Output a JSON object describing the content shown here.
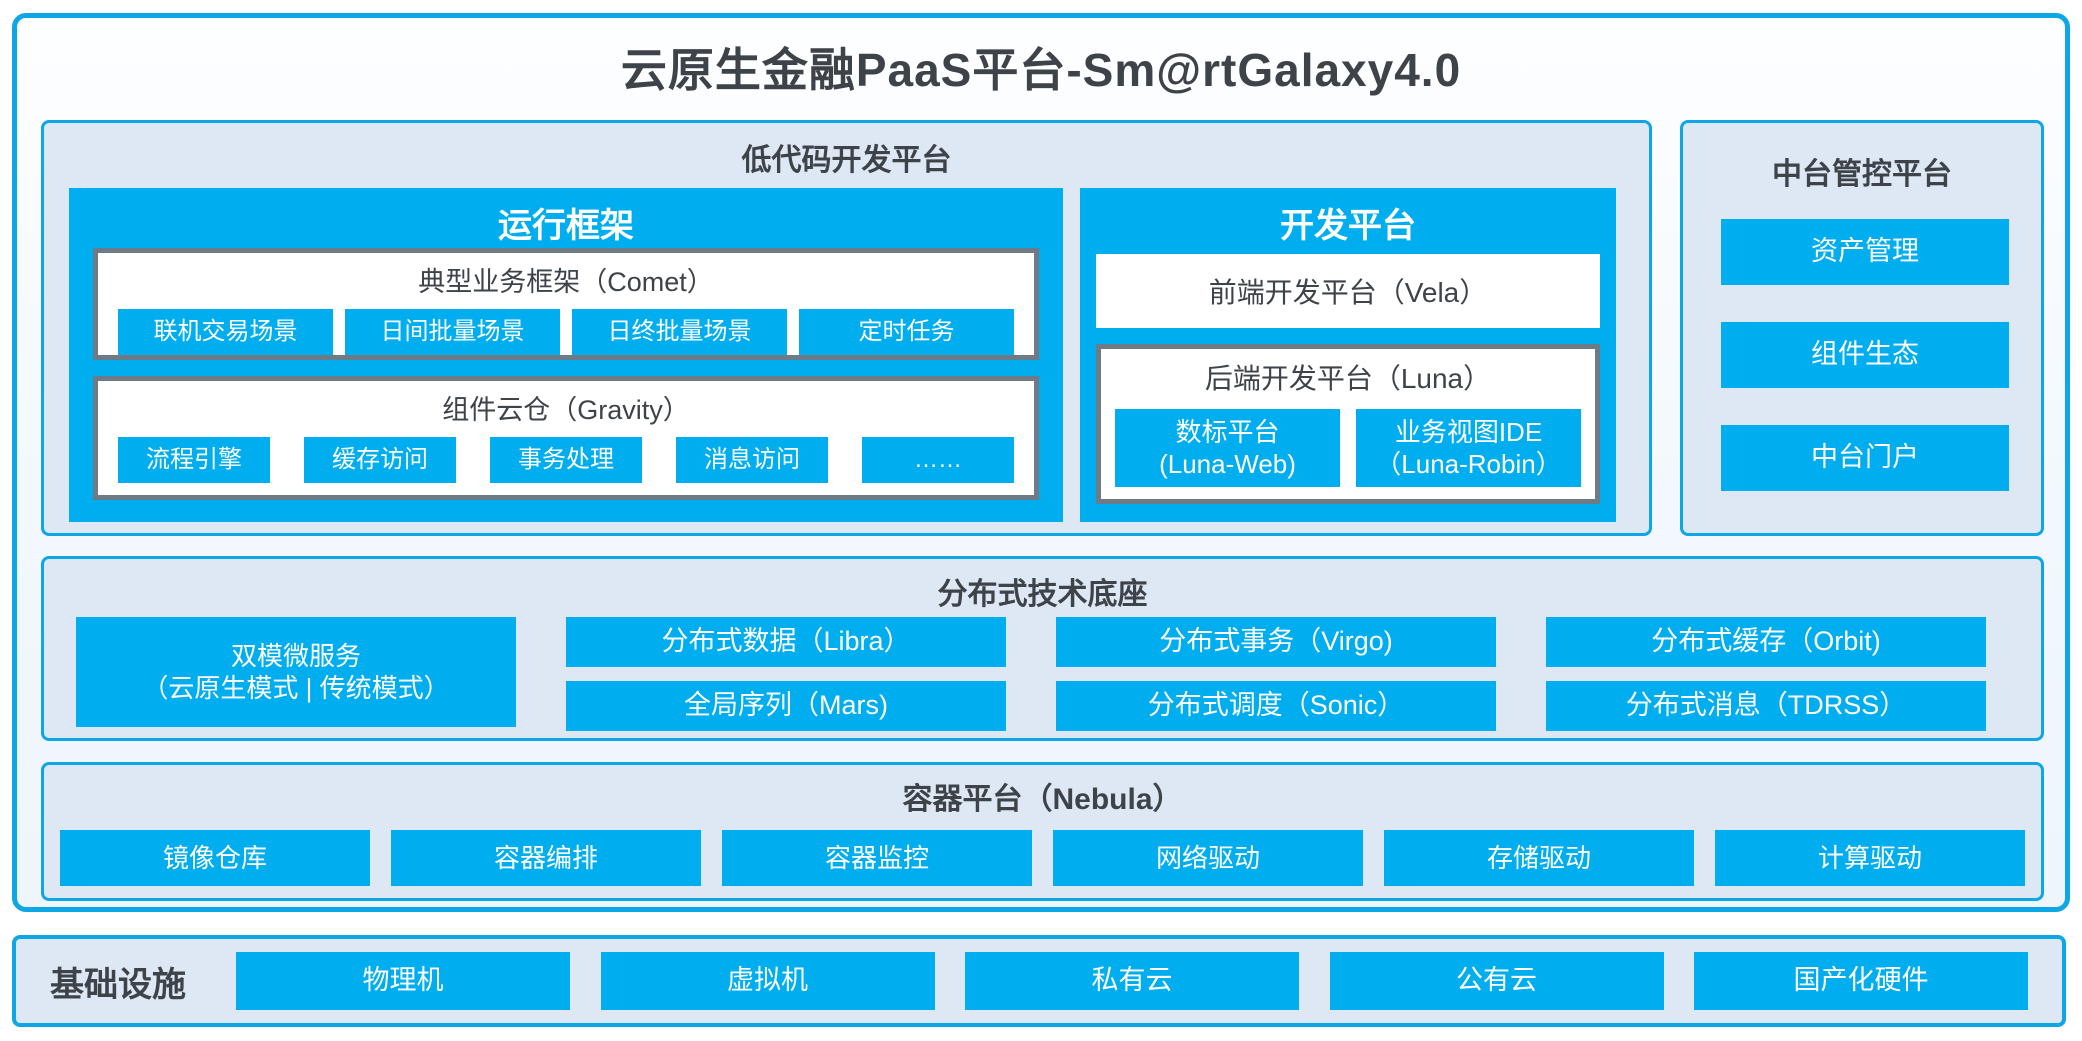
{
  "title": "云原生金融PaaS平台-Sm@rtGalaxy4.0",
  "colors": {
    "accent_blue": "#00aeef",
    "border_cyan": "#0ea7e5",
    "section_bg": "#dee8f4",
    "gray_box_border": "#6e7b86",
    "dark_text": "#3e4349"
  },
  "lowcode": {
    "title": "低代码开发平台",
    "runtime": {
      "title": "运行框架",
      "comet": {
        "title": "典型业务框架（Comet）",
        "items": [
          "联机交易场景",
          "日间批量场景",
          "日终批量场景",
          "定时任务"
        ]
      },
      "gravity": {
        "title": "组件云仓（Gravity）",
        "items": [
          "流程引擎",
          "缓存访问",
          "事务处理",
          "消息访问",
          "……"
        ]
      }
    },
    "dev": {
      "title": "开发平台",
      "vela": "前端开发平台（Vela）",
      "luna": {
        "title": "后端开发平台（Luna）",
        "items": [
          {
            "line1": "数标平台",
            "line2": "(Luna-Web)"
          },
          {
            "line1": "业务视图IDE",
            "line2": "（Luna-Robin）"
          }
        ]
      }
    }
  },
  "midplatform": {
    "title": "中台管控平台",
    "items": [
      "资产管理",
      "组件生态",
      "中台门户"
    ]
  },
  "distributed": {
    "title": "分布式技术底座",
    "dual_mode": {
      "line1": "双模微服务",
      "line2": "（云原生模式 | 传统模式）"
    },
    "col1": [
      "分布式数据（Libra）",
      "全局序列（Mars)"
    ],
    "col2": [
      "分布式事务（Virgo)",
      "分布式调度（Sonic）"
    ],
    "col3": [
      "分布式缓存（Orbit)",
      "分布式消息（TDRSS）"
    ]
  },
  "container_platform": {
    "title": "容器平台（Nebula）",
    "items": [
      "镜像仓库",
      "容器编排",
      "容器监控",
      "网络驱动",
      "存储驱动",
      "计算驱动"
    ]
  },
  "infrastructure": {
    "title": "基础设施",
    "items": [
      "物理机",
      "虚拟机",
      "私有云",
      "公有云",
      "国产化硬件"
    ]
  }
}
